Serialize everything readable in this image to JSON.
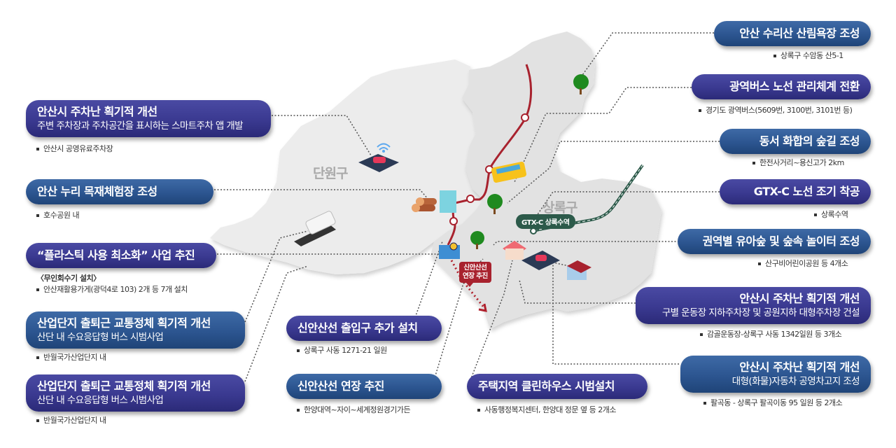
{
  "map": {
    "districts": {
      "danwon": "단원구",
      "sangnok": "상록구"
    },
    "gtx_station_label": "GTX-C 상록수역",
    "sinansan_callout": [
      "신안산선",
      "연장 추진"
    ]
  },
  "left": [
    {
      "title": "안산시 주차난 획기적 개선",
      "subtitle": "주변 주차장과 주차공간을 표시하는 스마트주차 앱 개발",
      "notes": [
        "안산시 공영유료주차장"
      ],
      "color": "purple"
    },
    {
      "title": "안산 누리 목재체험장 조성",
      "notes": [
        "호수공원 내"
      ],
      "color": "blue"
    },
    {
      "title": "“플라스틱 사용 최소화” 사업 추진",
      "heading_note": "〈무인회수기 설치〉",
      "notes": [
        "안산재활용가게(광덕4로 103) 2개 등 7개 설치"
      ],
      "color": "purple"
    },
    {
      "title": "산업단지 출퇴근 교통정체 획기적 개선",
      "subtitle": "산단 내 수요응답형 버스 시범사업",
      "notes": [
        "반월국가산업단지 내"
      ],
      "color": "blue"
    },
    {
      "title": "산업단지 출퇴근 교통정체 획기적 개선",
      "subtitle": "산단 내 수요응답형 버스 시범사업",
      "notes": [
        "반월국가산업단지 내"
      ],
      "color": "purple"
    }
  ],
  "center": [
    {
      "title": "신안산선 출입구 추가 설치",
      "notes": [
        "상록구 사동 1271-21 일원"
      ],
      "color": "purple"
    },
    {
      "title": "신안산선 연장 추진",
      "notes": [
        "한양대역~자이~세계정원경기가든"
      ],
      "color": "blue"
    },
    {
      "title": "주택지역 클린하우스 시범설치",
      "notes": [
        "사동행정복지센터, 한양대 정문 옆 등 2개소"
      ],
      "color": "purple"
    }
  ],
  "right": [
    {
      "title": "안산 수리산 산림욕장 조성",
      "notes": [
        "상록구 수암동 산5-1"
      ],
      "color": "blue"
    },
    {
      "title": "광역버스 노선 관리체계 전환",
      "notes": [
        "경기도 광역버스(5609번, 3100번, 3101번 등)"
      ],
      "color": "purple"
    },
    {
      "title": "동서 화합의 숲길 조성",
      "notes": [
        "한전사거리~용신고가 2km"
      ],
      "color": "blue"
    },
    {
      "title": "GTX-C 노선 조기 착공",
      "notes": [
        "상록수역"
      ],
      "color": "purple"
    },
    {
      "title": "권역별 유아숲 및 숲속 놀이터 조성",
      "notes": [
        "산구비어린이공원 등 4개소"
      ],
      "color": "blue"
    },
    {
      "title": "안산시 주차난 획기적 개선",
      "subtitle": "구별 운동장 지하주차장 및 공원지하 대형주차장 건설",
      "notes": [
        "감골운동장-상록구 사동 1342일원 등 3개소"
      ],
      "color": "purple"
    },
    {
      "title": "안산시 주차난 획기적 개선",
      "subtitle": "대형(화물)자동차 공영차고지 조성",
      "notes": [
        "팔곡동 - 상록구 팔곡이동 95 일원 등 2개소"
      ],
      "color": "blue"
    }
  ],
  "colors": {
    "blue_box": "#2c5590",
    "purple_box": "#3a3990",
    "map_land": "#e4e4e4",
    "subway_line": "#a8222e",
    "gtx_line": "#2c5a4a",
    "district_label": "#a9a9a9"
  }
}
